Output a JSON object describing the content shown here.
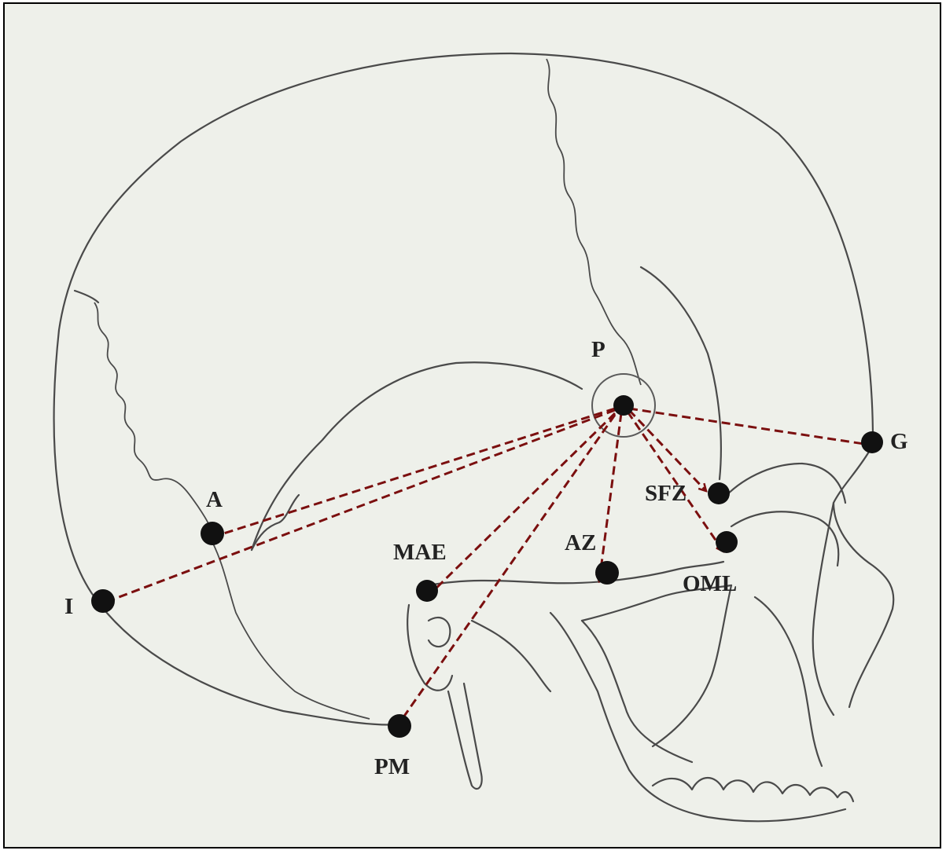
{
  "diagram": {
    "origin": "P",
    "landmarks": [
      {
        "id": "P",
        "label": "P"
      },
      {
        "id": "G",
        "label": "G"
      },
      {
        "id": "SFZ",
        "label": "SFZ"
      },
      {
        "id": "OML",
        "label": "OML"
      },
      {
        "id": "AZ",
        "label": "AZ"
      },
      {
        "id": "MAE",
        "label": "MAE"
      },
      {
        "id": "PM",
        "label": "PM"
      },
      {
        "id": "A",
        "label": "A"
      },
      {
        "id": "I",
        "label": "I"
      }
    ],
    "arrows_from_origin_to": [
      "G",
      "SFZ",
      "OML",
      "AZ",
      "MAE",
      "PM",
      "A",
      "I"
    ],
    "colors": {
      "arrow": "#7b0f0f",
      "outline": "#4a4a4a",
      "background": "#eef0ea",
      "dot": "#111111"
    }
  }
}
